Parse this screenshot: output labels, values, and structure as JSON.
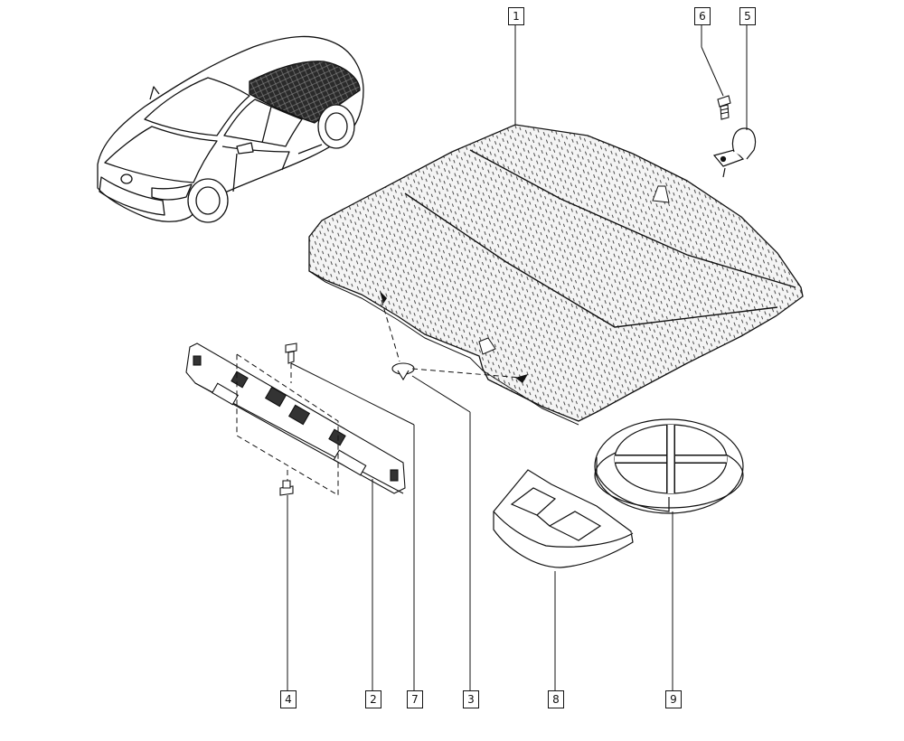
{
  "callouts": {
    "c1": "1",
    "c2": "2",
    "c3": "3",
    "c4": "4",
    "c5": "5",
    "c6": "6",
    "c7": "7",
    "c8": "8",
    "c9": "9"
  },
  "colors": {
    "line": "#111111",
    "carpet_fill": "#f2f2f2",
    "background": "#ffffff"
  }
}
